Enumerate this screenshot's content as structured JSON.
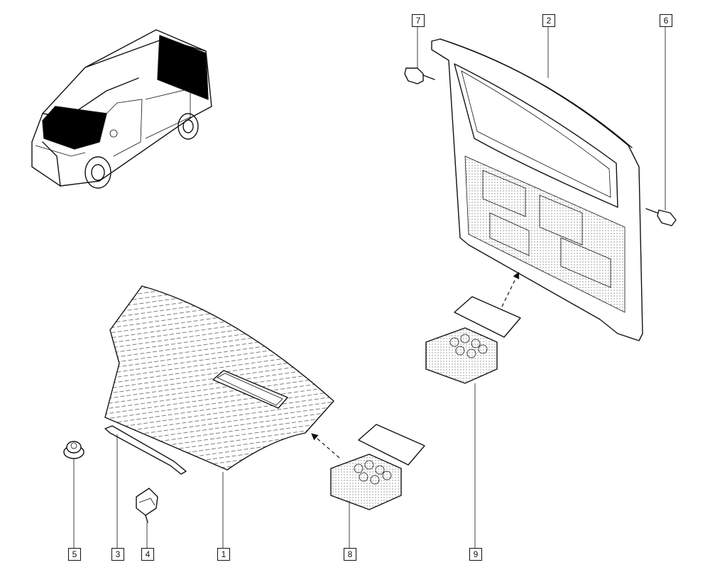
{
  "callouts": [
    {
      "id": "1",
      "label": "1"
    },
    {
      "id": "2",
      "label": "2"
    },
    {
      "id": "3",
      "label": "3"
    },
    {
      "id": "4",
      "label": "4"
    },
    {
      "id": "5",
      "label": "5"
    },
    {
      "id": "6",
      "label": "6"
    },
    {
      "id": "7",
      "label": "7"
    },
    {
      "id": "8",
      "label": "8"
    },
    {
      "id": "9",
      "label": "9"
    }
  ],
  "colors": {
    "line": "#111111",
    "background": "#ffffff",
    "highlight": "#000000"
  }
}
